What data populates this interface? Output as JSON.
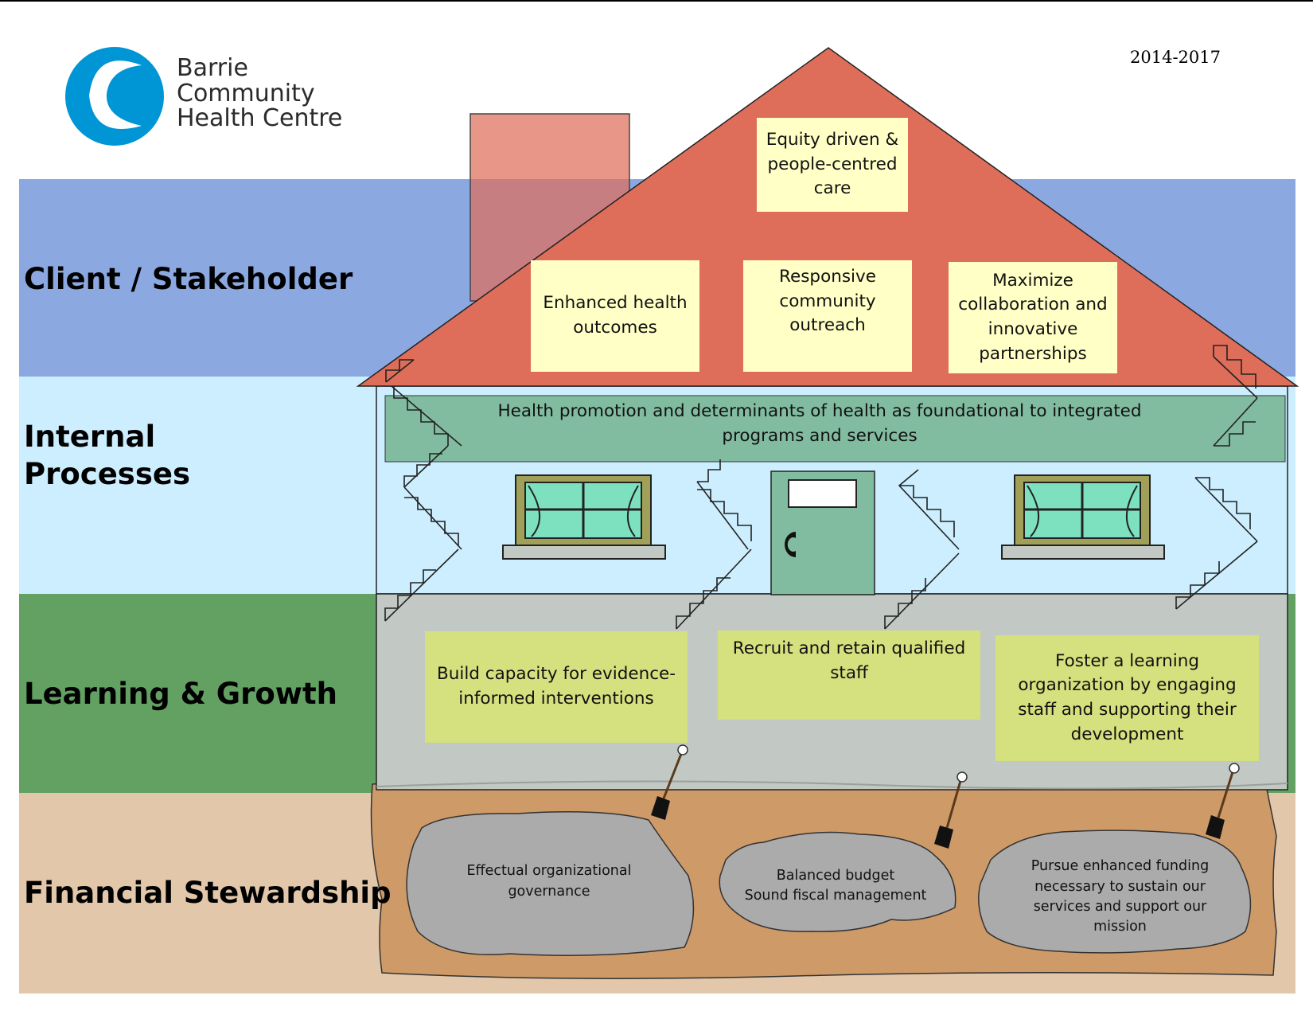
{
  "header": {
    "org_name": "Barrie\nCommunity\nHealth Centre",
    "year_range": "2014-2017"
  },
  "bands": [
    {
      "label": "Client / Stakeholder",
      "color": "#8ba8e1"
    },
    {
      "label": "Internal\nProcesses",
      "color": "#cceeff"
    },
    {
      "label": "Learning & Growth",
      "color": "#63a163"
    },
    {
      "label": "Financial Stewardship",
      "color": "#e2c7aa"
    }
  ],
  "roof": {
    "top_box": "Equity driven & people-centred care",
    "boxes": [
      "Enhanced health outcomes",
      "Responsive community outreach",
      "Maximize collaboration and innovative partnerships"
    ]
  },
  "beam": {
    "text": "Health promotion  and determinants of health as foundational to integrated programs and services"
  },
  "learning_boxes": [
    "Build capacity for evidence-informed interventions",
    "Recruit and retain qualified staff",
    "Foster a learning organization by engaging staff and supporting their development"
  ],
  "foundation_stones": [
    "Effectual organizational governance",
    "Balanced budget\nSound fiscal management",
    "Pursue enhanced funding necessary to sustain our services and support our mission"
  ],
  "colors": {
    "roof": "#de6e5a",
    "beam": "#82bca0",
    "wall_lower": "#c2c9c4",
    "soil": "#cd9a68",
    "stone": "#ababab",
    "logo": "#0096d6",
    "chimney": "#e59886"
  }
}
